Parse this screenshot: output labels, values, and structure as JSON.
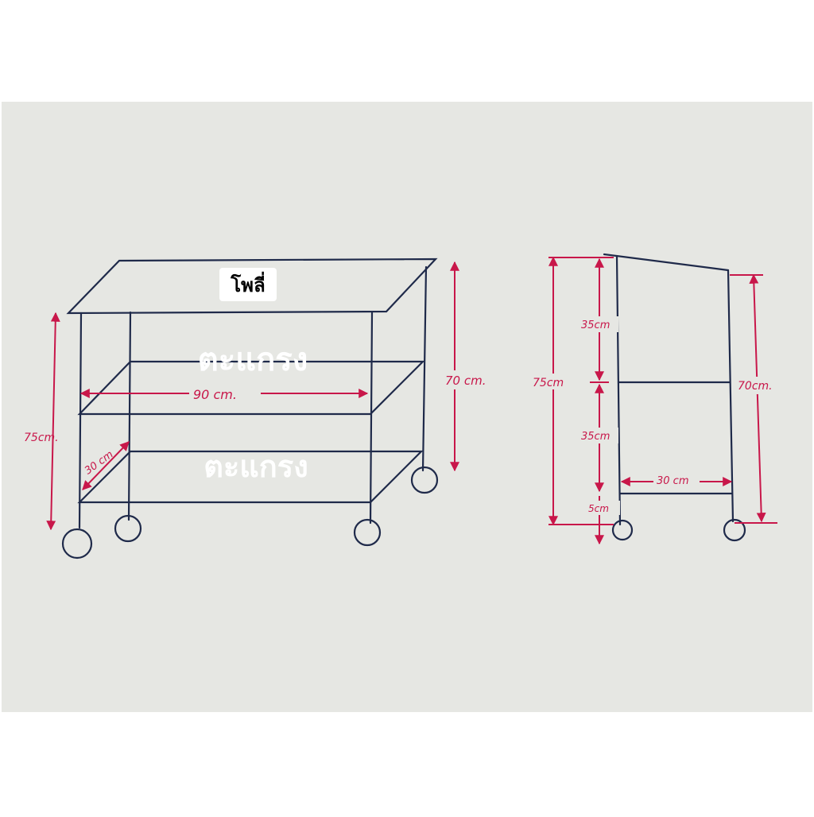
{
  "labels": {
    "top_tag": "โพลี่",
    "shelf_upper": "ตะแกรง",
    "shelf_lower": "ตะแกรง"
  },
  "front_view": {
    "width_label": "90 cm.",
    "depth_label": "30 cm",
    "height_total_label": "75cm.",
    "height_frame_label": "70 cm."
  },
  "side_view": {
    "height_total_label": "75cm",
    "upper_gap_label": "35cm",
    "lower_gap_label": "35cm",
    "wheel_gap_label": "5cm",
    "height_frame_label": "70cm.",
    "depth_label": "30 cm"
  },
  "colors": {
    "paper": "#e6e7e3",
    "ink": "#1f2a4a",
    "dimension": "#c8174a",
    "tag_bg": "#ffffff"
  }
}
